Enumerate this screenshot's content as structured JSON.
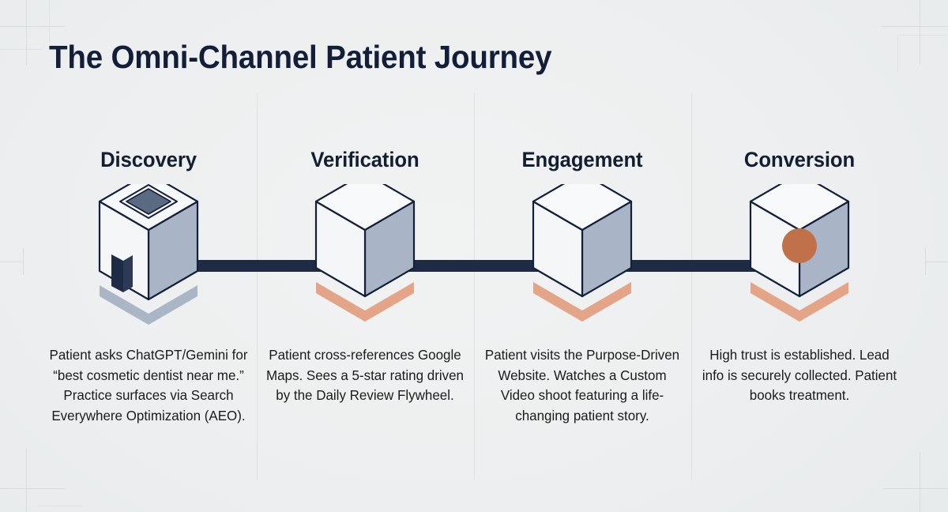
{
  "page": {
    "title": "The Omni-Channel Patient Journey",
    "background_color": "#eef0f1"
  },
  "theme": {
    "ink": "#131f38",
    "connector": "#1e2b45",
    "cube_light": "#f4f6f7",
    "cube_shade": "#a9b5c6",
    "shadow_peach": "#e3a487",
    "shadow_blue": "#aab6c6",
    "accent_circle": "#c0714a",
    "grid_line": "#d8dcdd"
  },
  "stages": [
    {
      "id": "discovery",
      "label": "Discovery",
      "icon": "isometric-open-box-icon",
      "shadow_color": "#aab6c6",
      "caption": "Patient asks ChatGPT/Gemini for “best cosmetic dentist near me.” Practice surfaces via Search Everywhere Optimization (AEO)."
    },
    {
      "id": "verification",
      "label": "Verification",
      "icon": "isometric-cube-icon",
      "shadow_color": "#e3a487",
      "caption": "Patient cross-references Google Maps. Sees a 5-star rating driven by the Daily Review Flywheel."
    },
    {
      "id": "engagement",
      "label": "Engagement",
      "icon": "isometric-cube-icon",
      "shadow_color": "#e3a487",
      "caption": "Patient visits the Purpose-Driven Website. Watches a Custom Video shoot featuring a life-changing patient story."
    },
    {
      "id": "conversion",
      "label": "Conversion",
      "icon": "isometric-cube-with-node-icon",
      "shadow_color": "#e3a487",
      "caption": "High trust is established. Lead info is securely collected. Patient books treatment."
    }
  ],
  "connectors": [
    {
      "from": "discovery",
      "to": "verification"
    },
    {
      "from": "verification",
      "to": "engagement"
    },
    {
      "from": "engagement",
      "to": "conversion"
    }
  ]
}
